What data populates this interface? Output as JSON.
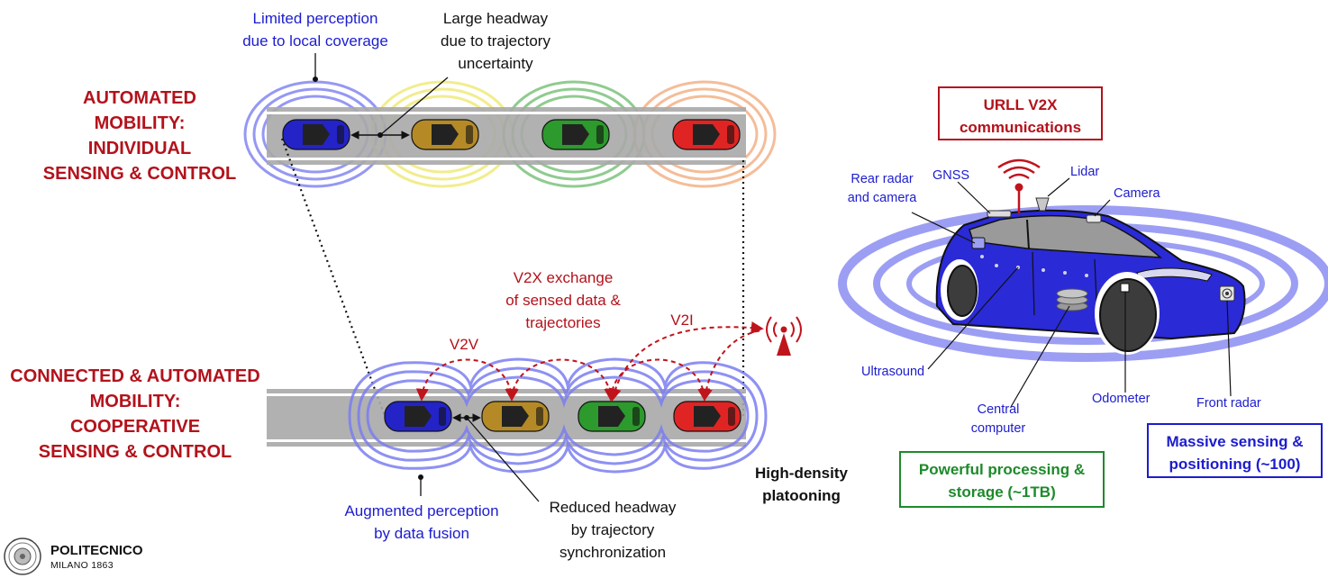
{
  "top_section": {
    "title_lines": [
      "AUTOMATED",
      "MOBILITY:",
      "INDIVIDUAL",
      "SENSING & CONTROL"
    ],
    "annotation_perception_lines": [
      "Limited perception",
      "due to local coverage"
    ],
    "annotation_headway_lines": [
      "Large headway",
      "due to trajectory",
      "uncertainty"
    ]
  },
  "bottom_section": {
    "title_lines": [
      "CONNECTED & AUTOMATED",
      "MOBILITY:",
      "COOPERATIVE",
      "SENSING & CONTROL"
    ],
    "annotation_v2x_lines": [
      "V2X exchange",
      "of sensed data &",
      "trajectories"
    ],
    "v2v_label": "V2V",
    "v2i_label": "V2I",
    "annotation_perception_lines": [
      "Augmented perception",
      "by data fusion"
    ],
    "annotation_headway_lines": [
      "Reduced headway",
      "by trajectory",
      "synchronization"
    ],
    "platooning_lines": [
      "High-density",
      "platooning"
    ]
  },
  "vehicle": {
    "urll_box_lines": [
      "URLL V2X",
      "communications"
    ],
    "sensors": {
      "rear_radar_lines": [
        "Rear radar",
        "and camera"
      ],
      "gnss": "GNSS",
      "lidar": "Lidar",
      "camera": "Camera",
      "ultrasound": "Ultrasound",
      "central_computer_lines": [
        "Central",
        "computer"
      ],
      "odometer": "Odometer",
      "front_radar": "Front radar"
    },
    "processing_box_lines": [
      "Powerful processing &",
      "storage  (~1TB)"
    ],
    "sensing_box_lines": [
      "Massive sensing &",
      "positioning (~100)"
    ]
  },
  "logo": {
    "name": "POLITECNICO",
    "subtitle": "MILANO 1863"
  },
  "colors": {
    "title_red": "#b3121b",
    "annotation_blue": "#1c1ccf",
    "processing_green": "#1d8a2a",
    "car_blue": "#2323c8",
    "car_gold": "#b58a26",
    "car_green": "#2c9a2c",
    "car_red": "#e02424",
    "ring_blue": "#7b7ef0",
    "ring_yellow": "#eeea7a",
    "ring_green": "#7cc27c",
    "ring_orange": "#f2b287"
  }
}
